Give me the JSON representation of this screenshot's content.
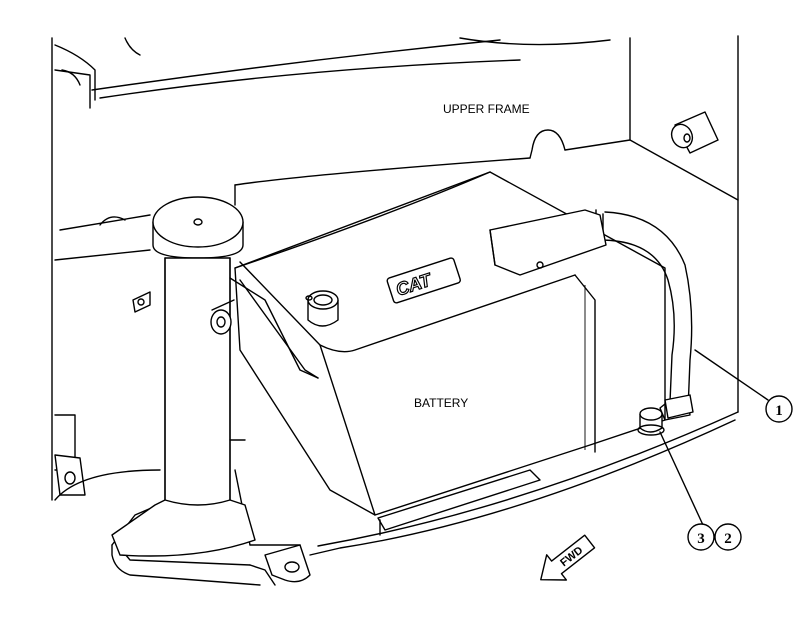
{
  "labels": {
    "upper_frame": "UPPER FRAME",
    "battery": "BATTERY",
    "brand_logo": "CAT",
    "forward_arrow": "FWD"
  },
  "callouts": [
    "1",
    "3",
    "2"
  ]
}
